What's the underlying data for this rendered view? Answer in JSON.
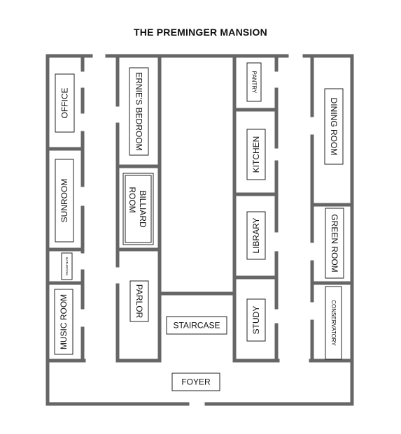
{
  "title": "THE PREMINGER MANSION",
  "rooms": {
    "office": "OFFICE",
    "ernies_bedroom": "ERNIE'S BEDROOM",
    "pantry": "PANTRY",
    "dining_room": "DINING ROOM",
    "kitchen": "KITCHEN",
    "billiard_line1": "BILLIARD",
    "billiard_line2": "ROOM",
    "sunroom": "SUNROOM",
    "library": "LIBRARY",
    "green_room": "GREEN ROOM",
    "bathroom": "BATHROOM",
    "music_room": "MUSIC ROOM",
    "parlor": "PARLOR",
    "staircase": "STAIRCASE",
    "study": "STUDY",
    "conservatory": "CONSERVATORY",
    "foyer": "FOYER"
  }
}
